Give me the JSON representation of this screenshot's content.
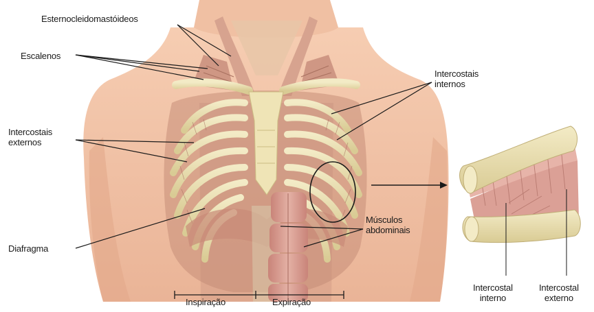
{
  "labels": {
    "sternocleidomastoid": "Esternocleidomastóideos",
    "scalenes": "Escalenos",
    "external_intercostals": [
      "Intercostais",
      "externos"
    ],
    "diaphragm": "Diafragma",
    "internal_intercostals": [
      "Intercostais",
      "internos"
    ],
    "abdominal_muscles": [
      "Músculos",
      "abdominais"
    ],
    "inspiration": "Inspiração",
    "expiration": "Expiração",
    "detail_internal": [
      "Intercostal",
      "interno"
    ],
    "detail_external": [
      "Intercostal",
      "externo"
    ]
  },
  "colors": {
    "skin": "#f2c3a6",
    "skin_shadow": "#e0a585",
    "bone": "#ede3b8",
    "bone_shadow": "#cdbf8a",
    "muscle": "#d89a8e",
    "muscle_dark": "#b86d64",
    "line": "#2a2a2a"
  }
}
